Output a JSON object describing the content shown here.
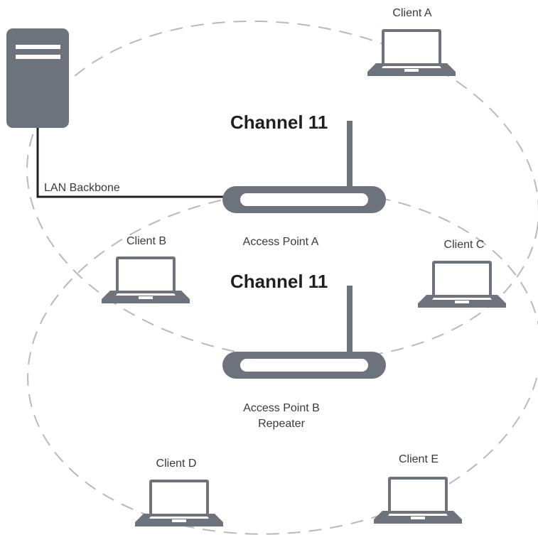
{
  "labels": {
    "client_a": "Client A",
    "client_b": "Client B",
    "client_c": "Client C",
    "client_d": "Client D",
    "client_e": "Client E",
    "channel_top": "Channel 11",
    "channel_bottom": "Channel 11",
    "lan_backbone": "LAN Backbone",
    "access_point_a": "Access Point A",
    "access_point_b": "Access Point B",
    "repeater": "Repeater"
  },
  "colors": {
    "device": "#6d737d",
    "device_light": "#ffffff",
    "coverage_dash": "#b9b9b9",
    "cable": "#231f20"
  },
  "icons": {
    "server": "server-tower-icon",
    "router": "wireless-router-icon",
    "laptop": "laptop-icon"
  }
}
